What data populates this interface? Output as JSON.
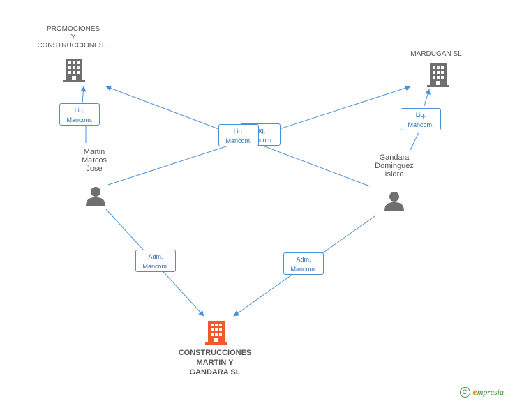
{
  "nodes": {
    "company_promociones": {
      "label": "PROMOCIONES\nY\nCONSTRUCCIONES..."
    },
    "company_mardugan": {
      "label": "MARDUGAN SL"
    },
    "person_martin": {
      "label": "Martin\nMarcos\nJose"
    },
    "person_gandara": {
      "label": "Gandara\nDominguez\nIsidro"
    },
    "company_main": {
      "label": "CONSTRUCCIONES\nMARTIN Y\nGANDARA SL"
    }
  },
  "relations": {
    "martin_to_promociones": {
      "line1": "Liq.",
      "line2": "Mancom."
    },
    "gandara_to_mardugan": {
      "line1": "Liq.",
      "line2": "Mancom."
    },
    "center_back": {
      "line1": "Liq.",
      "line2": "Mancom."
    },
    "center_front": {
      "line1": "Liq.",
      "line2": "Mancom."
    },
    "martin_to_main": {
      "line1": "Adm.",
      "line2": "Mancom."
    },
    "gandara_to_main": {
      "line1": "Adm.",
      "line2": "Mancom."
    }
  },
  "footer": {
    "copyright_symbol": "C",
    "brand_first": "e",
    "brand_rest": "mpresia"
  },
  "colors": {
    "edge": "#4a90d9",
    "building_gray": "#6f6f6f",
    "building_main": "#f05a28",
    "person": "#6f6f6f"
  }
}
